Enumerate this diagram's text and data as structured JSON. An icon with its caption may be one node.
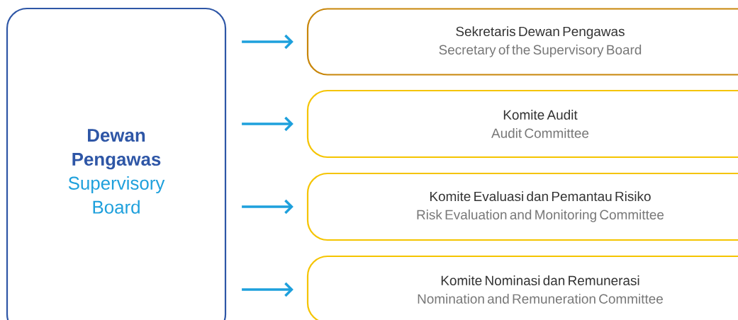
{
  "diagram": {
    "nodes": [
      {
        "text": [
          "Dewan Pengawas",
          "Supervisory Board"
        ]
      },
      {
        "text": [
          "Sekretaris Dewan Pengawas",
          "Secretary of the Supervisory Board"
        ]
      },
      {
        "text": [
          "Komite Audit",
          "Audit Committee"
        ]
      },
      {
        "text": [
          "Komite Evaluasi dan Pemantau Risiko",
          "Risk Evaluation and Monitoring Committee"
        ]
      },
      {
        "text": [
          "Komite Nominasi dan Remunerasi",
          "Nomination and Remuneration Committee"
        ]
      }
    ],
    "edges": [
      {
        "from": 0,
        "to": 1,
        "arrow": "to"
      },
      {
        "from": 0,
        "to": 2,
        "arrow": "to"
      },
      {
        "from": 0,
        "to": 3,
        "arrow": "to"
      },
      {
        "from": 0,
        "to": 4,
        "arrow": "to"
      }
    ]
  }
}
